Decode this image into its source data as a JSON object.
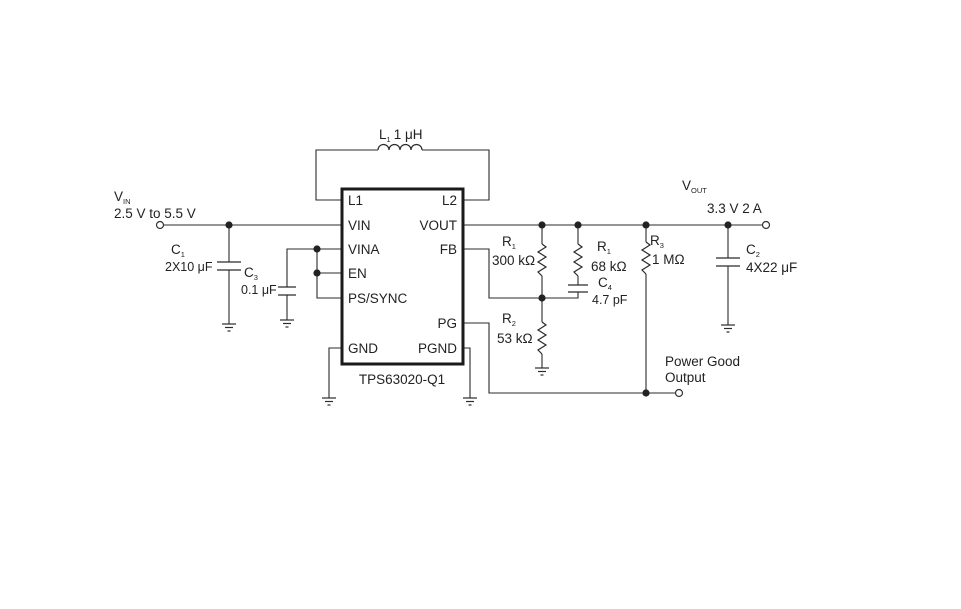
{
  "chip": {
    "name": "TPS63020-Q1",
    "pins": {
      "l1": "L1",
      "l2": "L2",
      "vin": "VIN",
      "vout": "VOUT",
      "vina": "VINA",
      "fb": "FB",
      "en": "EN",
      "ps_sync": "PS/SYNC",
      "pg": "PG",
      "gnd": "GND",
      "pgnd": "PGND"
    }
  },
  "inductor": {
    "name": "L",
    "sub": "1",
    "value": "1 μH"
  },
  "input": {
    "name": "V",
    "sub": "IN",
    "range": "2.5 V to  5.5 V"
  },
  "output": {
    "name": "V",
    "sub": "OUT",
    "spec": "3.3 V  2 A"
  },
  "c1": {
    "name": "C",
    "sub": "1",
    "value": "2X10 μF"
  },
  "c3": {
    "name": "C",
    "sub": "3",
    "value": "0.1 μF"
  },
  "r1_left": {
    "name": "R",
    "sub": "1",
    "value": "300 kΩ"
  },
  "r1_right": {
    "name": "R",
    "sub": "1",
    "value": "68 kΩ"
  },
  "c4": {
    "name": "C",
    "sub": "4",
    "value": "4.7 pF"
  },
  "r2": {
    "name": "R",
    "sub": "2",
    "value": "53 kΩ"
  },
  "r3": {
    "name": "R",
    "sub": "3",
    "value": "1 MΩ"
  },
  "c2": {
    "name": "C",
    "sub": "2",
    "value": "4X22 μF"
  },
  "power_good": {
    "line1": "Power Good",
    "line2": "Output"
  },
  "colors": {
    "ink": "#222222",
    "chip_border": "#1a1a1a",
    "background": "#ffffff"
  }
}
